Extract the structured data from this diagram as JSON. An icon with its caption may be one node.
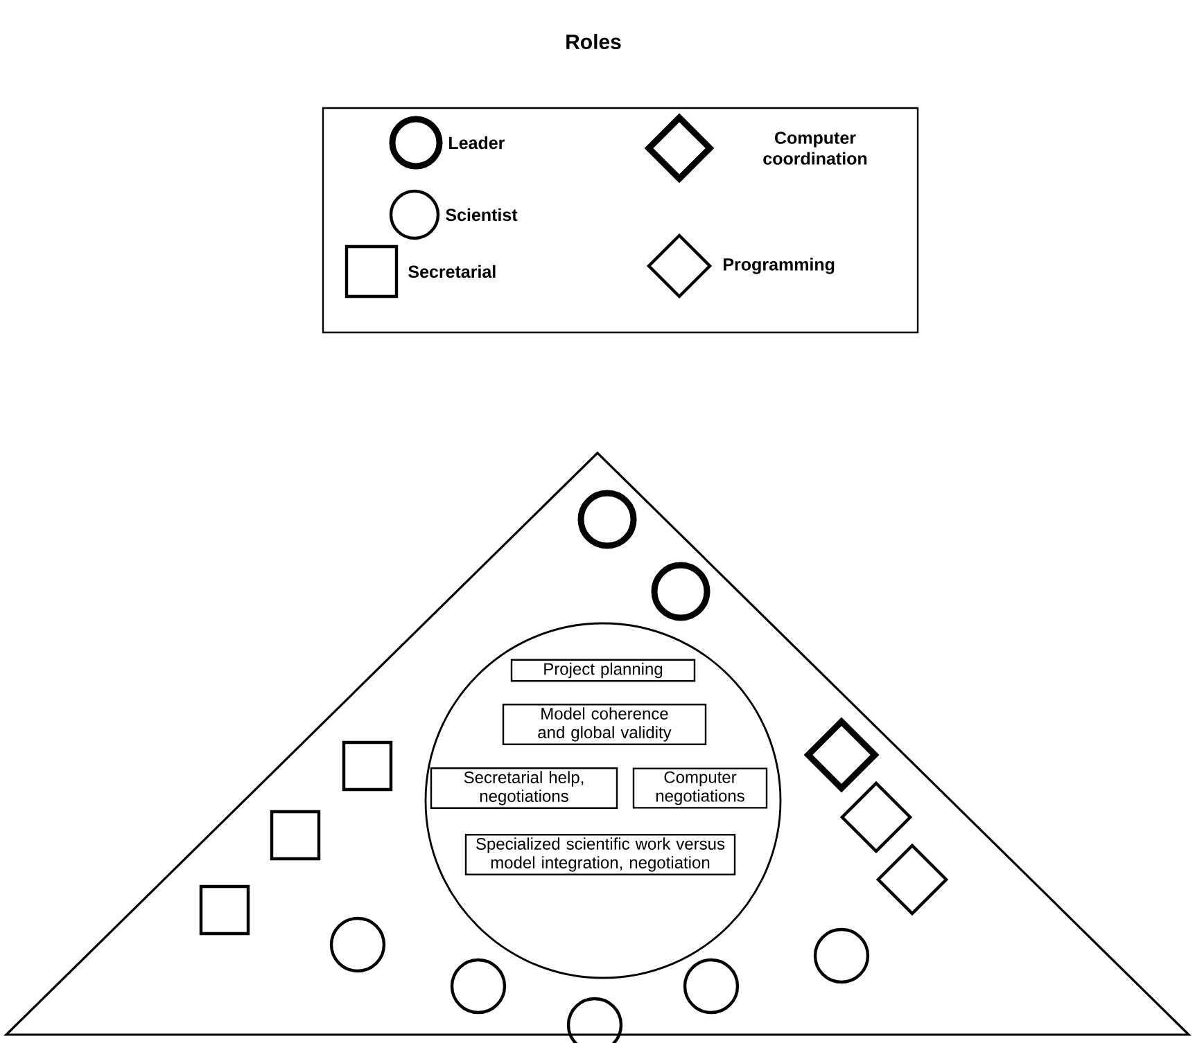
{
  "diagram": {
    "title": "Roles",
    "nodes": [
      {
        "text": [],
        "shape": "triangle"
      },
      {
        "text": [],
        "shape": "circle",
        "in": 0
      },
      {
        "text": [
          "Project planning"
        ],
        "in": 1
      },
      {
        "text": [
          "Model coherence and global validity"
        ],
        "in": 1
      },
      {
        "text": [
          "Secretarial help, negotiations"
        ],
        "in": 1
      },
      {
        "text": [
          "Computer negotiations"
        ],
        "in": 1
      },
      {
        "text": [
          "Specialized scientific work versus model integration, negotiation"
        ],
        "in": 1
      },
      {
        "text": [],
        "shape": "circle",
        "in": 0
      },
      {
        "text": [],
        "shape": "circle",
        "in": 0
      },
      {
        "text": [],
        "shape": "box",
        "in": 0
      },
      {
        "text": [],
        "shape": "box",
        "in": 0
      },
      {
        "text": [],
        "shape": "box",
        "in": 0
      },
      {
        "text": [],
        "shape": "diamond",
        "in": 0
      },
      {
        "text": [],
        "shape": "diamond",
        "in": 0
      },
      {
        "text": [],
        "shape": "diamond",
        "in": 0
      },
      {
        "text": [],
        "shape": "circle",
        "in": 0
      },
      {
        "text": [],
        "shape": "circle",
        "in": 0
      },
      {
        "text": [],
        "shape": "circle",
        "in": 0
      },
      {
        "text": [],
        "shape": "circle",
        "in": 0
      },
      {
        "text": [],
        "shape": "circle",
        "in": 0
      }
    ],
    "legend": [
      {
        "text": "Leader"
      },
      {
        "text": "Scientist"
      },
      {
        "text": "Secretarial"
      },
      {
        "text": "Computer coordination"
      },
      {
        "text": "Programming"
      }
    ]
  }
}
